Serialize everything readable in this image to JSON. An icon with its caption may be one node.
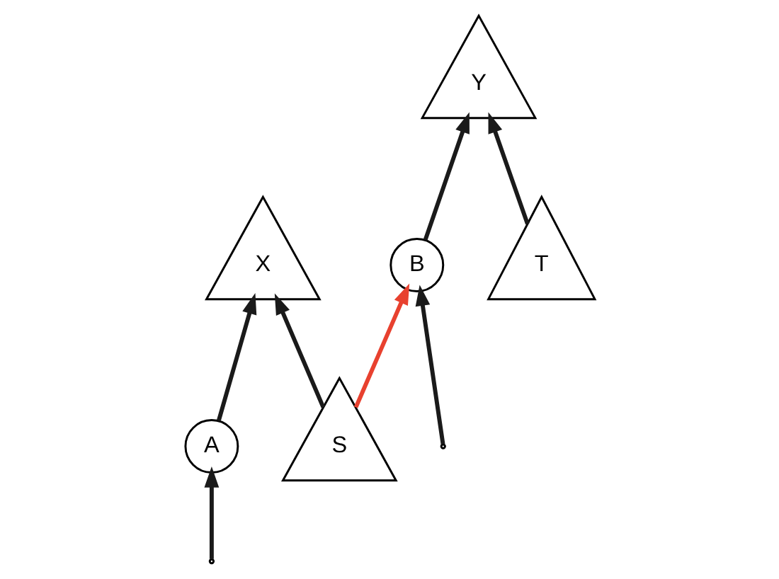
{
  "diagram": {
    "nodes": [
      {
        "text": [
          "X"
        ]
      },
      {
        "text": [
          "Y"
        ]
      },
      {
        "text": [
          "S"
        ]
      },
      {
        "text": [
          "A"
        ]
      },
      {
        "text": [
          "B"
        ]
      },
      {
        "text": [
          "T"
        ]
      }
    ],
    "edges": [
      {
        "from": 2,
        "to": 0,
        "arrow": "to"
      },
      {
        "from": 3,
        "to": 0,
        "arrow": "to"
      },
      {
        "from": 2,
        "to": 4,
        "arrow": "to",
        "color": "#e8412f"
      },
      {
        "from": 4,
        "to": 1,
        "arrow": "to"
      },
      {
        "from": 5,
        "to": 1,
        "arrow": "to"
      },
      {
        "from": null,
        "to": 3,
        "arrow": "to"
      },
      {
        "from": null,
        "to": 4,
        "arrow": "to"
      }
    ]
  }
}
